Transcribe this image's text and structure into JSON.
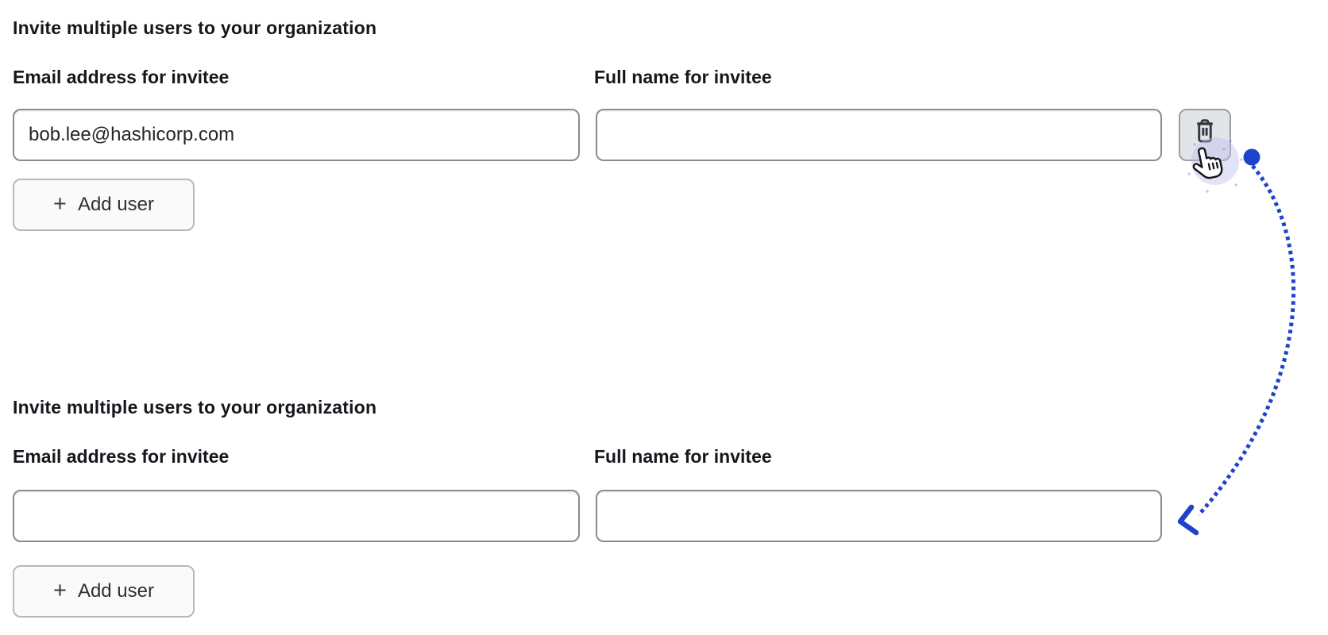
{
  "colors": {
    "accent_blue": "#1d43cb",
    "click_halo": "#b9bfe9",
    "input_border": "#878b95",
    "trash_button_bg": "#e3e4e8"
  },
  "form_before": {
    "heading": "Invite multiple users to your organization",
    "email_label": "Email address for invitee",
    "name_label": "Full name for invitee",
    "email_value": "bob.lee@hashicorp.com",
    "name_value": "",
    "add_user_label": "Add user",
    "plus_glyph": "+",
    "delete_icon": "trash-icon"
  },
  "form_after": {
    "heading": "Invite multiple users to your organization",
    "email_label": "Email address for invitee",
    "name_label": "Full name for invitee",
    "email_value": "",
    "name_value": "",
    "add_user_label": "Add user",
    "plus_glyph": "+"
  },
  "annotation": {
    "cursor_icon": "hand-pointer-cursor",
    "arrow_style": "dotted-arc"
  }
}
